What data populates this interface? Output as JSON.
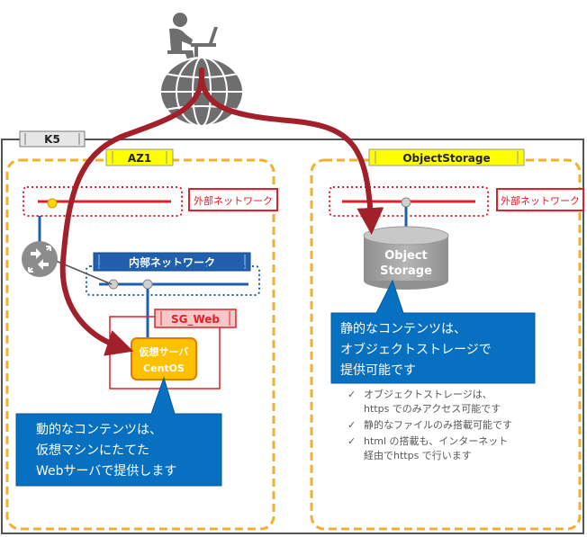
{
  "region_label": "K5",
  "az_label": "AZ1",
  "objectstorage_label": "ObjectStorage",
  "ext_net_left": "外部ネットワーク",
  "ext_net_right": "外部ネットワーク",
  "internal_net": "内部ネットワーク",
  "sg_label": "SG_Web",
  "vm": {
    "line1": "仮想サーバ",
    "line2": "CentOS"
  },
  "storage": {
    "line1": "Object",
    "line2": "Storage"
  },
  "callout_left": [
    "動的なコンテンツは、",
    "仮想マシンにたてた",
    "Webサーバで提供します"
  ],
  "callout_right": [
    "静的なコンテンツは、",
    "オブジェクトストレージで",
    "提供可能です"
  ],
  "bullets": [
    {
      "check": "✓",
      "line1": "オブジェクトストレージは、",
      "line2": "https でのみアクセス可能です"
    },
    {
      "check": "✓",
      "line1": "静的なファイルのみ搭載可能です",
      "line2": ""
    },
    {
      "check": "✓",
      "line1": "html の搭載も、インターネット",
      "line2": "経由でhttps で行います"
    }
  ],
  "colors": {
    "route_arrow": "#a1202a",
    "ext_net": "#e0202a",
    "az_border": "#f0b030",
    "label_yellow": "#ffff00",
    "int_net": "#1f5fae",
    "vm_fill": "#ffc000",
    "callout": "#0870c0",
    "storage": "#a6a6a6",
    "globe": "#6e6e6e",
    "router": "#8c8c8c"
  }
}
